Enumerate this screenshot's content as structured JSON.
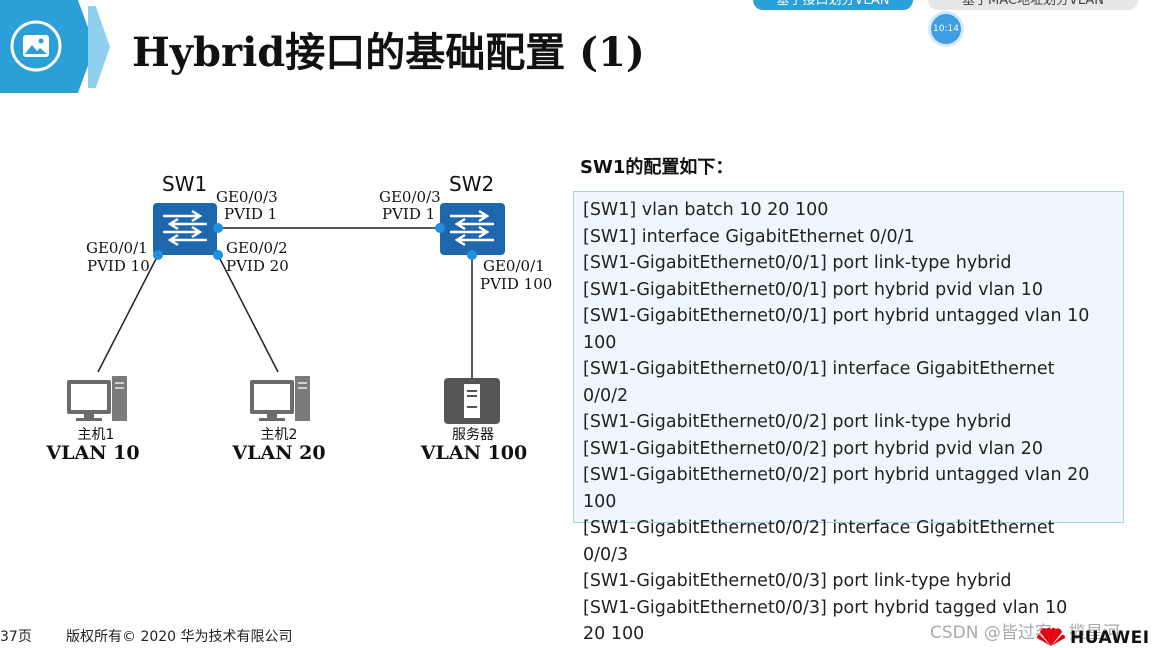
{
  "header": {
    "title": "Hybrid接口的基础配置 (1)",
    "badge_icon": "image-icon",
    "accent_color": "#2b9fd8"
  },
  "top_tabs": [
    {
      "label": "基于接口划分VLAN",
      "active": true
    },
    {
      "label": "基于MAC地址划分VLAN",
      "active": false
    }
  ],
  "time_badge": "10:14",
  "diagram": {
    "sw1": {
      "name": "SW1",
      "ports": {
        "ge3": {
          "port": "GE0/0/3",
          "pvid": "PVID 1"
        },
        "ge1": {
          "port": "GE0/0/1",
          "pvid": "PVID 10"
        },
        "ge2": {
          "port": "GE0/0/2",
          "pvid": "PVID 20"
        }
      }
    },
    "sw2": {
      "name": "SW2",
      "ports": {
        "ge3": {
          "port": "GE0/0/3",
          "pvid": "PVID 1"
        },
        "ge1": {
          "port": "GE0/0/1",
          "pvid": "PVID 100"
        }
      }
    },
    "hosts": [
      {
        "name": "主机1",
        "vlan": "VLAN 10",
        "icon": "pc-icon"
      },
      {
        "name": "主机2",
        "vlan": "VLAN 20",
        "icon": "pc-icon"
      },
      {
        "name": "服务器",
        "vlan": "VLAN 100",
        "icon": "server-icon"
      }
    ],
    "switch_color": "#1f67ad",
    "port_dot_color": "#1f8fe0"
  },
  "config": {
    "heading": "SW1的配置如下：",
    "lines": [
      "[SW1] vlan batch 10 20 100",
      "[SW1] interface GigabitEthernet 0/0/1",
      "[SW1-GigabitEthernet0/0/1] port link-type hybrid",
      "[SW1-GigabitEthernet0/0/1] port hybrid pvid vlan 10",
      "[SW1-GigabitEthernet0/0/1] port hybrid untagged vlan 10",
      "100",
      "[SW1-GigabitEthernet0/0/1] interface GigabitEthernet",
      "0/0/2",
      "[SW1-GigabitEthernet0/0/2] port link-type hybrid",
      "[SW1-GigabitEthernet0/0/2] port hybrid pvid vlan 20",
      "[SW1-GigabitEthernet0/0/2] port hybrid untagged vlan 20",
      "100",
      "[SW1-GigabitEthernet0/0/2] interface GigabitEthernet",
      "0/0/3",
      "[SW1-GigabitEthernet0/0/3] port link-type hybrid",
      "[SW1-GigabitEthernet0/0/3] port hybrid tagged vlan 10",
      "20 100"
    ]
  },
  "footer": {
    "page": "37页",
    "copyright": "版权所有© 2020 华为技术有限公司",
    "watermark": "CSDN @皆过客，揽星河",
    "brand": "HUAWEI"
  }
}
